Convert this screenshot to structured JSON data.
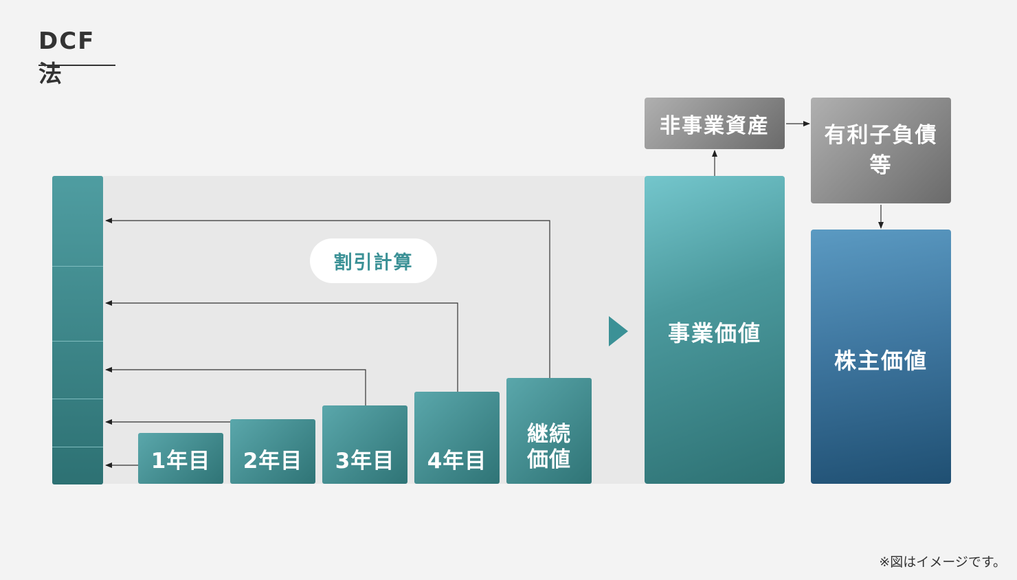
{
  "title": "DCF法",
  "discount_label": "割引計算",
  "years": [
    "1年目",
    "2年目",
    "3年目",
    "4年目"
  ],
  "continuing_value": [
    "継続",
    "価値"
  ],
  "business_value": "事業価値",
  "non_operating_assets": "非事業資産",
  "interest_bearing_debt": [
    "有利子負債",
    "等"
  ],
  "equity_value": "株主価値",
  "note": "※図はイメージです。",
  "colors": {
    "teal": "#3b9196",
    "teal_dark": "#2d7173",
    "blue": "#3f77a0",
    "gray": "#8a8a8a",
    "background": "#f3f3f3"
  }
}
